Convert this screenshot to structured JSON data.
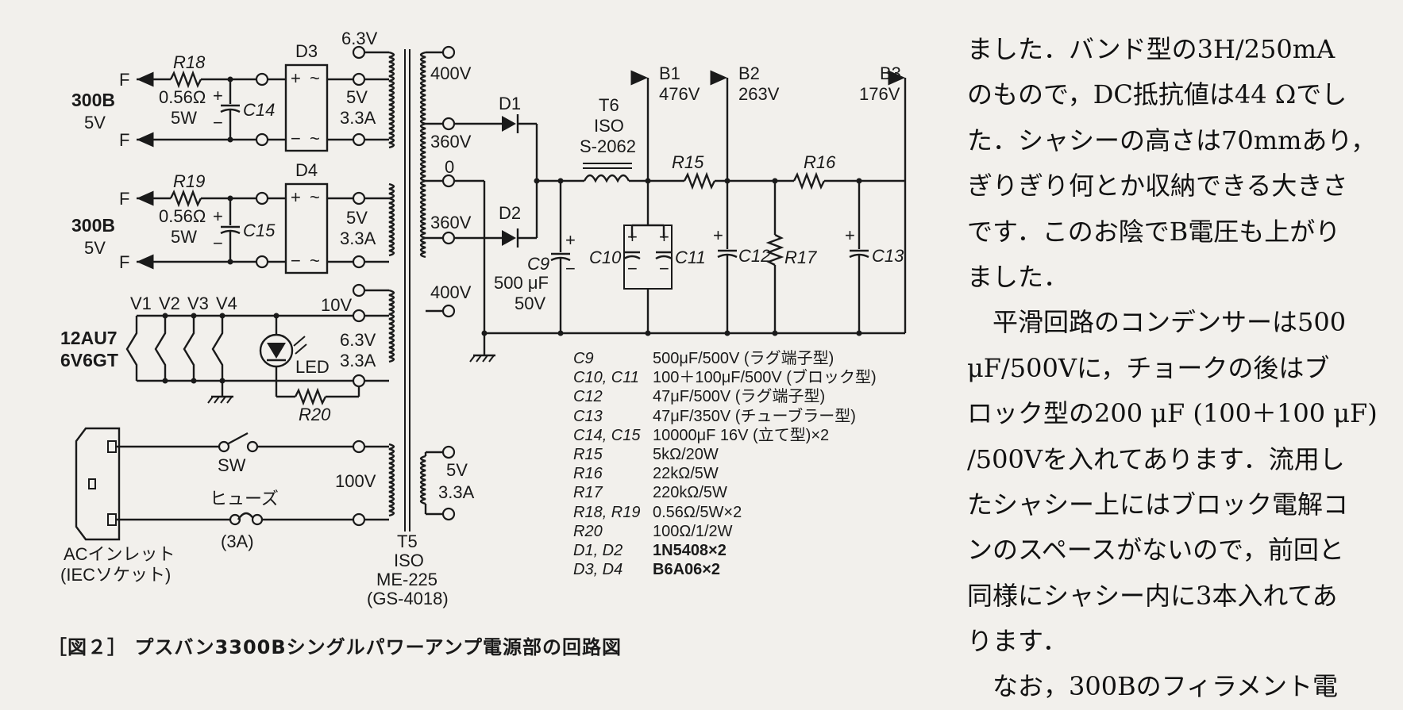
{
  "figure": {
    "caption": "［図２］ プスバン3300Bシングルパワーアンプ電源部の回路図",
    "loads": {
      "fil1": [
        "300B",
        "5V"
      ],
      "fil2": [
        "300B",
        "5V"
      ],
      "heater": [
        "12AU7",
        "6V6GT"
      ]
    },
    "labels": {
      "F": "F",
      "R18": "R18",
      "R19": "R19",
      "R20": "R20",
      "R15": "R15",
      "R16": "R16",
      "R17": "R17",
      "r18_val": [
        "0.56Ω",
        "5W"
      ],
      "r19_val": [
        "0.56Ω",
        "5W"
      ],
      "C14": "C14",
      "C15": "C15",
      "C9": "C9",
      "C10": "C10",
      "C11": "C11",
      "C12": "C12",
      "C13": "C13",
      "c9_val": [
        "500 μF",
        "50V"
      ],
      "D1": "D1",
      "D2": "D2",
      "D3": "D3",
      "D4": "D4",
      "plus": "+",
      "minus": "−",
      "tilde": "~",
      "v63": "6.3V",
      "v5_33": [
        "5V",
        "3.3A"
      ],
      "v400": "400V",
      "v360": "360V",
      "v0": "0",
      "v10": "10V",
      "v63b": [
        "6.3V",
        "3.3A"
      ],
      "v100": "100V",
      "v5b": [
        "5V",
        "3.3A"
      ],
      "LED": "LED",
      "SW": "SW",
      "fuse": [
        "ヒューズ",
        "(3A)"
      ],
      "inlet": [
        "ACインレット",
        "(IECソケット)"
      ],
      "tubes": [
        "V1",
        "V2",
        "V3",
        "V4"
      ],
      "T6": [
        "T6",
        "ISO",
        "S-2062"
      ],
      "T5": [
        "T5",
        "ISO",
        "ME-225",
        "(GS-4018)"
      ],
      "B1": [
        "B1",
        "476V"
      ],
      "B2": [
        "B2",
        "263V"
      ],
      "B3": [
        "B3",
        "176V"
      ]
    },
    "parts_list": [
      {
        "ref": "C9",
        "value": "500μF/500V (ラグ端子型)"
      },
      {
        "ref": "C10, C11",
        "value": "100＋100μF/500V (ブロック型)"
      },
      {
        "ref": "C12",
        "value": "47μF/500V (ラグ端子型)"
      },
      {
        "ref": "C13",
        "value": "47μF/350V (チューブラー型)"
      },
      {
        "ref": "C14, C15",
        "value": "10000μF 16V (立て型)×2"
      },
      {
        "ref": "R15",
        "value": "5kΩ/20W"
      },
      {
        "ref": "R16",
        "value": "22kΩ/5W"
      },
      {
        "ref": "R17",
        "value": "220kΩ/5W"
      },
      {
        "ref": "R18, R19",
        "value": "0.56Ω/5W×2"
      },
      {
        "ref": "R20",
        "value": "100Ω/1/2W"
      },
      {
        "ref": "D1, D2",
        "value": "1N5408×2"
      },
      {
        "ref": "D3, D4",
        "value": "B6A06×2"
      }
    ]
  },
  "article": {
    "lines": [
      "ました．バンド型の3H/250mA",
      "のもので，DC抵抗値は44 Ωでし",
      "た．シャシーの高さは70mmあり，",
      "ぎりぎり何とか収納できる大きさ",
      "です．このお陰でB電圧も上がり",
      "ました．",
      "　平滑回路のコンデンサーは500",
      "μF/500Vに，チョークの後はブ",
      "ロック型の200 μF (100＋100 μF)",
      "/500Vを入れてあります．流用し",
      "たシャシー上にはブロック電解コ",
      "ンのスペースがないので，前回と",
      "同様にシャシー内に3本入れてあ",
      "ります．",
      "　なお，300Bのフィラメント電"
    ]
  }
}
